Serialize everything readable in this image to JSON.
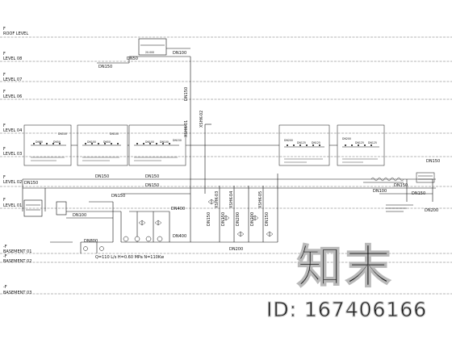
{
  "levels": [
    {
      "key": "roof",
      "name": "ROOF LEVEL",
      "elev": "F"
    },
    {
      "key": "l08",
      "name": "LEVEL 08",
      "elev": "F"
    },
    {
      "key": "l07",
      "name": "LEVEL 07",
      "elev": "F"
    },
    {
      "key": "l06",
      "name": "LEVEL 06",
      "elev": "F"
    },
    {
      "key": "l04",
      "name": "LEVEL 04",
      "elev": "F"
    },
    {
      "key": "l03",
      "name": "LEVEL 03",
      "elev": "F"
    },
    {
      "key": "l02",
      "name": "LEVEL 02",
      "elev": "F"
    },
    {
      "key": "l01",
      "name": "LEVEL 01",
      "elev": "F"
    },
    {
      "key": "b01",
      "name": "BASEMENT 01",
      "elev": "-F"
    },
    {
      "key": "b02",
      "name": "BASEMENT 02",
      "elev": "-F"
    },
    {
      "key": "b03",
      "name": "BASEMENT 03",
      "elev": "-F"
    }
  ],
  "pipe_labels": {
    "roof_tank_a": "DN100",
    "roof_tank_b": "DN50",
    "roof_side": "DN150",
    "roof_box": "20.000",
    "riser_main": "XSHK-01",
    "riser_2": "XSHK-02",
    "riser_3": "XSHK-03",
    "riser_4": "XSHK-04",
    "riser_5": "XSHK-05",
    "main_l01_a": "DN150",
    "main_l01_b": "DN150",
    "main_l01_c": "DN150",
    "left_branch": "DN150",
    "b1_a": "DN150",
    "b1_b": "DN100",
    "b1_c": "DN400",
    "b1_d": "DN400",
    "b1_e": "DN200",
    "b1_f": "DN800",
    "right_a": "DN150",
    "right_b": "DN150",
    "right_c": "DN100",
    "right_d": "DN200",
    "right_e": "DN150",
    "v1": "DN150",
    "v2": "DN150",
    "v3": "DN200",
    "v4": "DN200",
    "v5": "DN150"
  },
  "box_labels": {
    "b1": [
      "DN100",
      "DN80",
      "DN50"
    ],
    "b2": [
      "DN100",
      "DN100",
      "DN50"
    ],
    "b3": [
      "DN100",
      "DN100",
      "DN150"
    ],
    "b4": [
      "DN200",
      "DN125",
      "DN125"
    ],
    "b5": [
      "DN200",
      "DN125",
      "DN125"
    ]
  },
  "pump_note": "Q=110 L/s  H=0.60 MPa  N=110Kw",
  "watermark": {
    "big": "知末",
    "id": "ID: 167406166"
  }
}
